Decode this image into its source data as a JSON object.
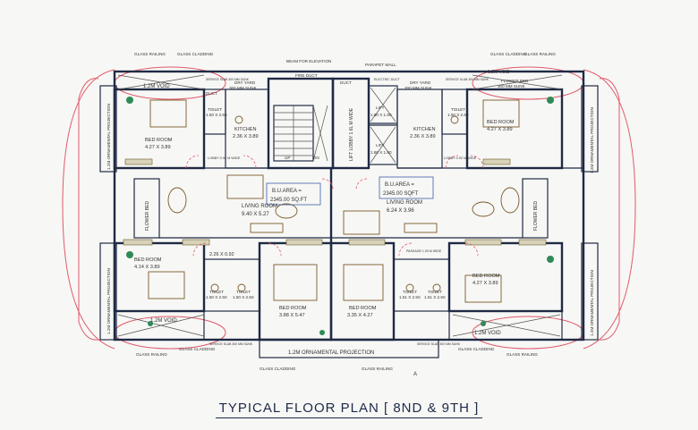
{
  "title": "TYPICAL FLOOR PLAN [ 8ND & 9TH ]",
  "marker": "A",
  "labels": {
    "glass_railing_tl": "GLASS RAILING",
    "glass_cladding_tl": "GLASS CLADDING",
    "beam_for_elevation": "BEAM FOR ELEVATION",
    "fire_duct": "FIRE DUCT",
    "parapet_wall": "PARAPET WALL",
    "glass_cladding_tr": "GLASS CLADDING",
    "glass_railing_tr": "GLASS RAILING",
    "void_tl": "1.2M VOID",
    "void_tr": "1.2M VOID",
    "dry_yard_l": "DRY YARD",
    "dry_yard_l_sunk": "300 MM SUNK",
    "dry_yard_r": "DRY YARD",
    "dry_yard_r_sunk": "300 MM SUNK",
    "service_slab_l": "SERVICE SLAB 300 MM SUNK",
    "service_slab_r": "SERVICE SLAB 300 MM SUNK",
    "duct_l": "DUCT",
    "duct_r": "DUCT",
    "electric_duct": "ELECTRIC DUCT",
    "flower_bed_tr": "FLOWER BED",
    "flower_bed_tr_sunk": "300 MM SUNK",
    "orn_proj_l": "1.2M ORNAMENTAL PROJECTION",
    "orn_proj_r": "1.2M ORNAMENTAL PROJECTION",
    "orn_proj_bl": "1.2M ORNAMENTAL PROJECTION",
    "orn_proj_br": "1.2M ORNAMENTAL PROJECTION",
    "orn_proj_bottom": "1.2M ORNAMENTAL PROJECTION",
    "toilet_tl": "TOILET",
    "toilet_tl_dim": "1.50 X 2.50",
    "toilet_tr": "TOILET",
    "toilet_tr_dim": "1.50 X 2.50",
    "bed_tl": "BED ROOM",
    "bed_tl_dim": "4.27 X 3.89",
    "bed_tr": "BED ROOM",
    "bed_tr_dim": "4.27 X 3.89",
    "kitchen_l": "KITCHEN",
    "kitchen_l_dim": "2.36 X 3.89",
    "kitchen_r": "KITCHEN",
    "kitchen_r_dim": "2.36 X 3.89",
    "lift1": "LIFT",
    "lift1_dim": "1.80 X 1.80",
    "lift2": "LIFT",
    "lift2_dim": "1.80 X 1.80",
    "lift_lobby": "LIFT LOBBY 1.6L M WIDE",
    "up": "UP",
    "dn": "DN",
    "lobby_l": "LOBBY 0.92 M WIDE",
    "lobby_r": "LOBBY 0.92 M WIDE",
    "flower_bed_l": "FLOWER BED",
    "flower_bed_r": "FLOWER BED",
    "bu_area_l": "B.U.AREA =",
    "bu_area_l_val": "2345.00 SQ.FT",
    "bu_area_r": "B.U.AREA =",
    "bu_area_r_val": "2345.00 SQFT",
    "living_l": "LIVING ROOM",
    "living_l_dim": "9.40 X 5.27",
    "living_r": "LIVING ROOM",
    "living_r_dim": "6.24 X 3.96",
    "pass_l_dim": "2.26 X 0.92",
    "passage_r": "PASSAGE 1.00 M WIDE",
    "bed_bl": "BED ROOM",
    "bed_bl_dim": "4.14 X 3.89",
    "bed_br": "BED ROOM",
    "bed_br_dim": "4.27 X 3.89",
    "toilet_bl1": "TOILET",
    "toilet_bl1_dim": "1.50 X 2.50",
    "toilet_bl2": "TOILET",
    "toilet_bl2_dim": "1.50 X 2.50",
    "toilet_br1": "TOILET",
    "toilet_br1_dim": "1.51 X 2.50",
    "toilet_br2": "TOILET",
    "toilet_br2_dim": "1.51 X 2.50",
    "bed_bc1": "BED ROOM",
    "bed_bc1_dim": "3.88 X 5.47",
    "bed_bc2": "BED ROOM",
    "bed_bc2_dim": "3.35 X 4.27",
    "void_bl": "1.2M VOID",
    "void_br": "1.2M VOID",
    "glass_railing_bl": "GLASS RAILING",
    "glass_cladding_bl": "GLASS CLADDING",
    "glass_cladding_br": "GLASS CLADDING",
    "glass_railing_br": "GLASS RAILING",
    "service_slab_bl": "SERVICE SLAB 300 MM SUNK",
    "service_slab_br": "SERVICE SLAB 300 MM SUNK",
    "glass_cladding_bottom": "GLASS CLADDING",
    "glass_railing_bottom": "GLASS RAILING"
  }
}
